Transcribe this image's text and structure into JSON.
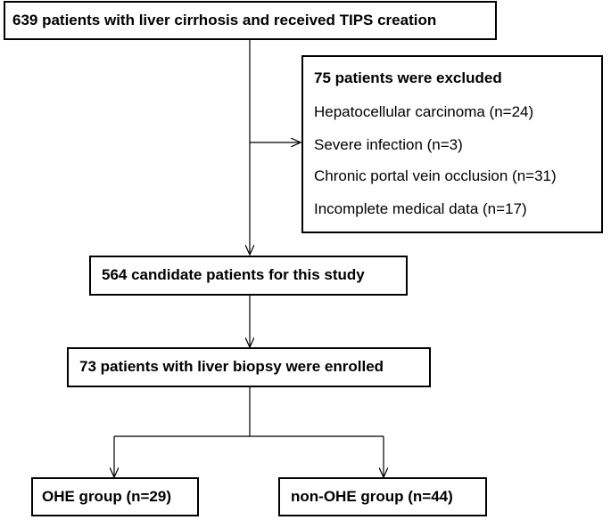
{
  "flowchart": {
    "start": "639 patients with liver cirrhosis and received TIPS creation",
    "excluded": {
      "title": "75 patients were excluded",
      "items": [
        "Hepatocellular carcinoma (n=24)",
        "Severe infection (n=3)",
        "Chronic portal vein occlusion (n=31)",
        "Incomplete medical data (n=17)"
      ]
    },
    "candidates": "564 candidate patients for this study",
    "enrolled": "73 patients with liver biopsy were enrolled",
    "groups": {
      "ohe": "OHE group (n=29)",
      "non_ohe": "non-OHE group (n=44)"
    }
  }
}
